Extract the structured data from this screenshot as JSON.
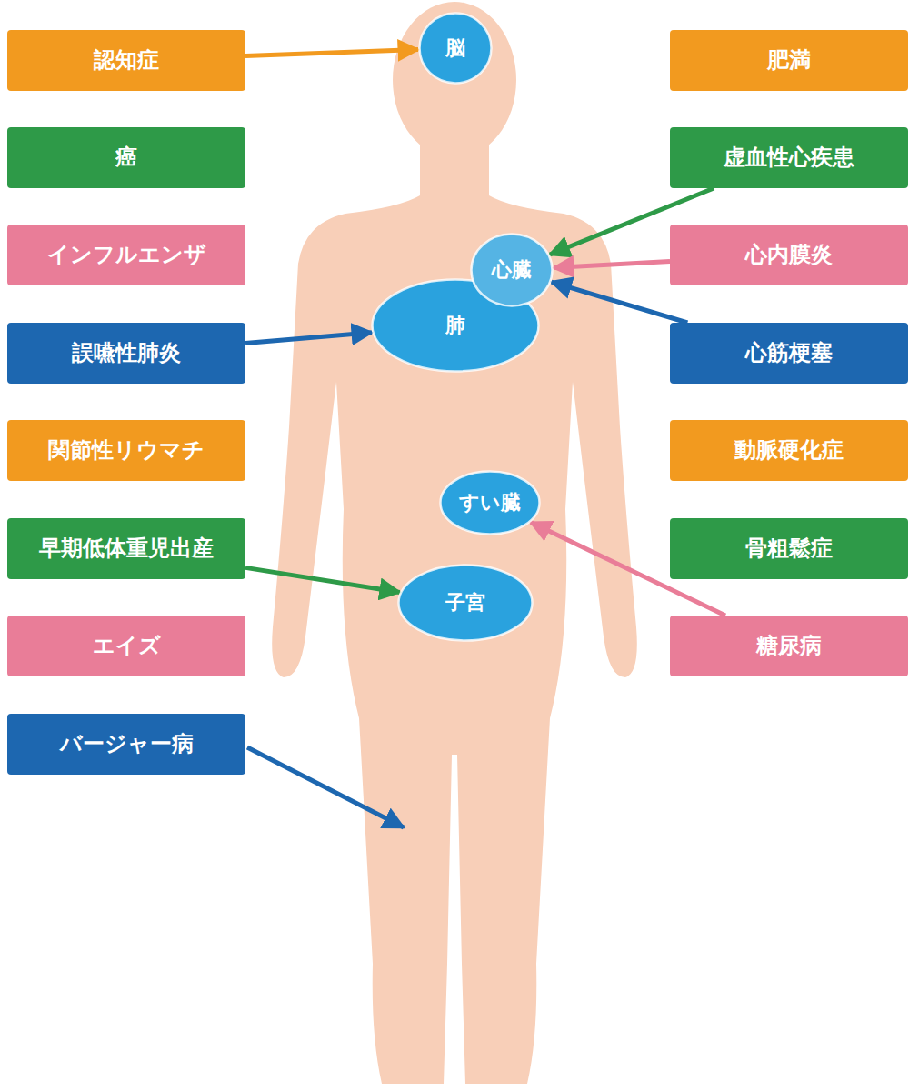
{
  "diagram": {
    "nodes": [
      {
        "text": [
          "認知症"
        ]
      },
      {
        "text": [
          "脳"
        ]
      },
      {
        "text": [
          "肥満"
        ]
      },
      {
        "text": [
          "癌"
        ]
      },
      {
        "text": [
          "虚血性心疾患"
        ]
      },
      {
        "text": [
          "インフルエンザ"
        ]
      },
      {
        "text": [
          "心内膜炎"
        ]
      },
      {
        "text": [
          "心臓"
        ]
      },
      {
        "text": [
          "肺"
        ]
      },
      {
        "text": [
          "誤嚥性肺炎"
        ]
      },
      {
        "text": [
          "心筋梗塞"
        ]
      },
      {
        "text": [
          "関節性リウマチ"
        ]
      },
      {
        "text": [
          "動脈硬化症"
        ]
      },
      {
        "text": [
          "すい臓"
        ]
      },
      {
        "text": [
          "早期低体重児出産"
        ]
      },
      {
        "text": [
          "骨粗鬆症"
        ]
      },
      {
        "text": [
          "子宮"
        ]
      },
      {
        "text": [
          "エイズ"
        ]
      },
      {
        "text": [
          "糖尿病"
        ]
      },
      {
        "text": [
          "バージャー病"
        ]
      }
    ],
    "edges": [
      {
        "from": 0,
        "to": 1,
        "arrow": "to"
      },
      {
        "from": 4,
        "to": 7,
        "arrow": "to"
      },
      {
        "from": 6,
        "to": 7,
        "arrow": "to"
      },
      {
        "from": 10,
        "to": 7,
        "arrow": "to"
      },
      {
        "from": 9,
        "to": 8,
        "arrow": "to"
      },
      {
        "from": 14,
        "to": 16,
        "arrow": "to"
      },
      {
        "from": 18,
        "to": 13,
        "arrow": "to"
      }
    ]
  }
}
